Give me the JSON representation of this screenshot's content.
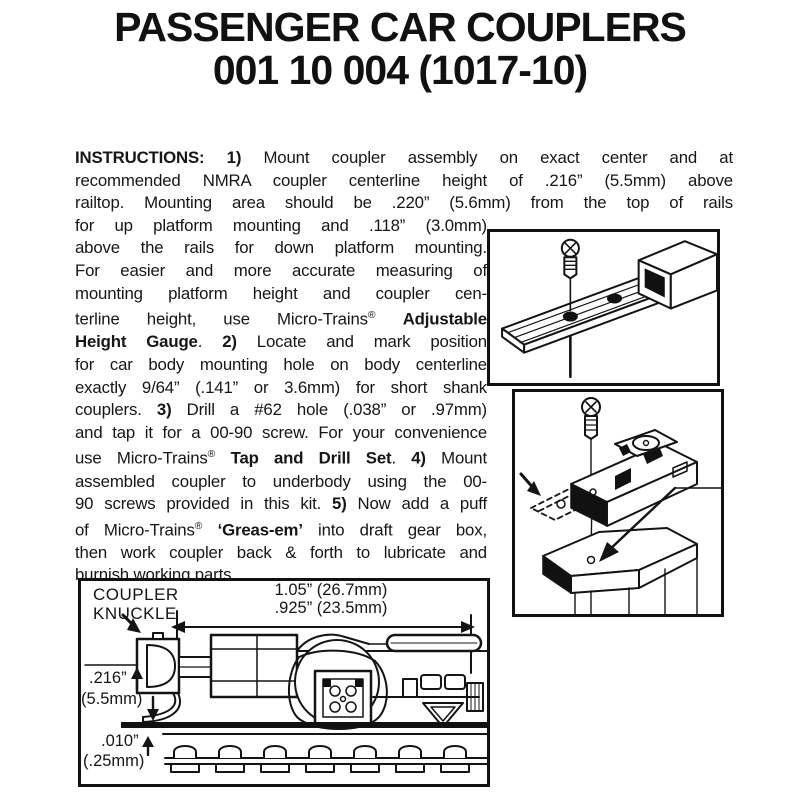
{
  "colors": {
    "ink": "#1a1a1a",
    "paper": "#ffffff"
  },
  "title": {
    "line1": "PASSENGER CAR COUPLERS",
    "line2": "001 10 004 (1017-10)"
  },
  "instructions": {
    "lines": [
      {
        "w": "full",
        "segs": [
          {
            "t": "INSTRUCTIONS: 1)",
            "b": true
          },
          {
            "t": " Mount coupler assembly on exact center and at"
          }
        ]
      },
      {
        "w": "full",
        "segs": [
          {
            "t": "recommended NMRA coupler centerline height of .216” (5.5mm) above"
          }
        ]
      },
      {
        "w": "full",
        "segs": [
          {
            "t": "railtop. Mounting area should be .220” (5.6mm) from the top of rails"
          }
        ]
      },
      {
        "w": "narrow",
        "segs": [
          {
            "t": "for up platform mounting and .118” (3.0mm)"
          }
        ]
      },
      {
        "w": "narrow",
        "segs": [
          {
            "t": "above the rails for down platform mounting."
          }
        ]
      },
      {
        "w": "narrow",
        "segs": [
          {
            "t": "For easier and more accurate measuring of"
          }
        ]
      },
      {
        "w": "narrow",
        "segs": [
          {
            "t": "mounting platform height and coupler cen-"
          }
        ]
      },
      {
        "w": "narrow",
        "segs": [
          {
            "t": "terline height, use Micro-Trains"
          },
          {
            "t": "®",
            "sup": true
          },
          {
            "t": " "
          },
          {
            "t": "Adjustable",
            "b": true
          }
        ]
      },
      {
        "w": "narrow",
        "segs": [
          {
            "t": "Height Gauge",
            "b": true
          },
          {
            "t": ". "
          },
          {
            "t": "2)",
            "b": true
          },
          {
            "t": " Locate and mark position"
          }
        ]
      },
      {
        "w": "narrow",
        "segs": [
          {
            "t": "for car body mounting hole on body centerline"
          }
        ]
      },
      {
        "w": "narrow",
        "segs": [
          {
            "t": "exactly 9/64” (.141” or 3.6mm) for short shank"
          }
        ]
      },
      {
        "w": "narrow",
        "segs": [
          {
            "t": "couplers. "
          },
          {
            "t": "3)",
            "b": true
          },
          {
            "t": " Drill a #62 hole (.038” or .97mm)"
          }
        ]
      },
      {
        "w": "narrow",
        "segs": [
          {
            "t": "and tap it for a 00-90 screw. For your convenience"
          }
        ]
      },
      {
        "w": "narrow",
        "segs": [
          {
            "t": "use Micro-Trains"
          },
          {
            "t": "®",
            "sup": true
          },
          {
            "t": " "
          },
          {
            "t": "Tap and Drill Set",
            "b": true
          },
          {
            "t": ". "
          },
          {
            "t": "4)",
            "b": true
          },
          {
            "t": " Mount"
          }
        ]
      },
      {
        "w": "narrow",
        "segs": [
          {
            "t": "assembled coupler to underbody using the 00-"
          }
        ]
      },
      {
        "w": "narrow",
        "segs": [
          {
            "t": "90 screws provided in this kit. "
          },
          {
            "t": "5)",
            "b": true
          },
          {
            "t": " Now add a puff"
          }
        ]
      },
      {
        "w": "narrow",
        "segs": [
          {
            "t": "of Micro-Trains"
          },
          {
            "t": "®",
            "sup": true
          },
          {
            "t": " "
          },
          {
            "t": "‘Greas-em’",
            "b": true
          },
          {
            "t": " into draft gear box,"
          }
        ]
      },
      {
        "w": "narrow",
        "segs": [
          {
            "t": "then work coupler back & forth to lubricate and"
          }
        ]
      },
      {
        "w": "narrow",
        "last": true,
        "segs": [
          {
            "t": "burnish working parts."
          }
        ]
      }
    ]
  },
  "figure3": {
    "knuckle_label_1": "COUPLER",
    "knuckle_label_2": "KNUCKLE",
    "dim_length_1": "1.05” (26.7mm)",
    "dim_length_2": ".925” (23.5mm)",
    "dim_height_1": ".216”",
    "dim_height_2": "(5.5mm)",
    "dim_rail_1": ".010”",
    "dim_rail_2": "(.25mm)"
  }
}
